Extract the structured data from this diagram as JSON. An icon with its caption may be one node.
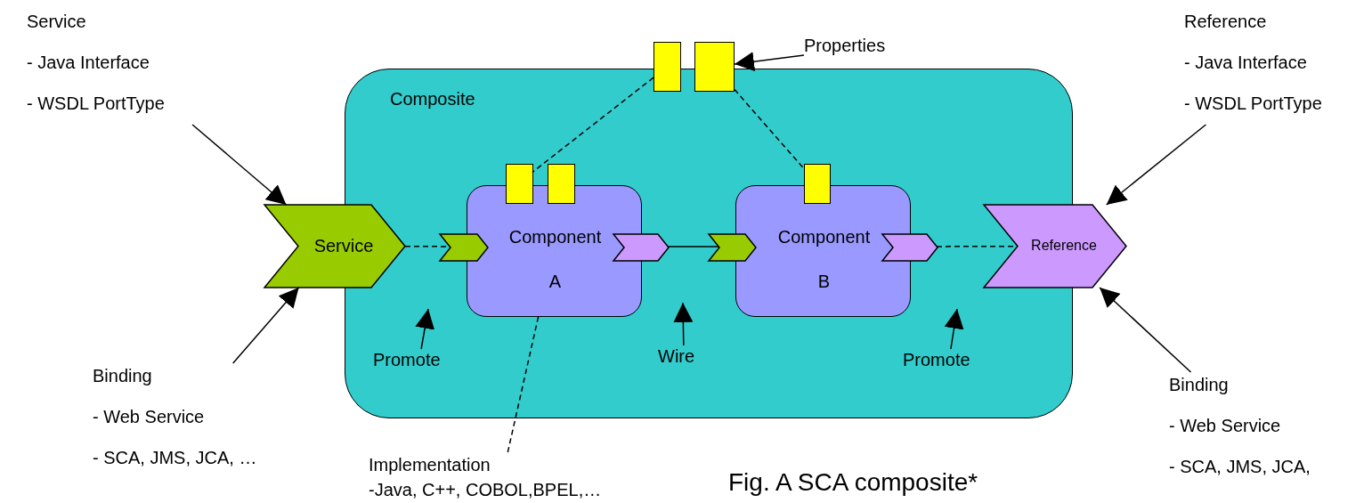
{
  "diagram": {
    "caption": "Fig. A SCA composite*",
    "nodes": [
      {
        "text": [
          "Composite"
        ]
      },
      {
        "text": [
          "Component A"
        ],
        "in": 0
      },
      {
        "text": [
          "Component B"
        ],
        "in": 0
      },
      {
        "text": [
          "Service"
        ]
      },
      {
        "text": [
          "Reference"
        ]
      },
      {
        "text": [],
        "shape": "chevron",
        "in": 0
      },
      {
        "text": [],
        "shape": "chevron",
        "in": 0
      },
      {
        "text": [],
        "shape": "chevron",
        "in": 0
      },
      {
        "text": [],
        "shape": "chevron",
        "in": 0
      },
      {
        "text": [],
        "shape": "box",
        "in": 0
      },
      {
        "text": [],
        "shape": "box",
        "in": 0
      },
      {
        "text": [],
        "shape": "box",
        "in": 0
      },
      {
        "text": [],
        "shape": "box"
      },
      {
        "text": [],
        "shape": "box"
      },
      {
        "text": [
          "Service",
          "- Java Interface",
          "- WSDL PortType"
        ]
      },
      {
        "text": [
          "Binding",
          "- Web Service",
          "- SCA, JMS, JCA, …"
        ]
      },
      {
        "text": [
          "Reference",
          "- Java Interface",
          "- WSDL PortType"
        ]
      },
      {
        "text": [
          "Binding",
          "- Web Service",
          "- SCA, JMS, JCA,"
        ]
      },
      {
        "text": [
          "Properties"
        ]
      },
      {
        "text": [
          "Promote"
        ],
        "in": 0
      },
      {
        "text": [
          "Wire"
        ],
        "in": 0
      },
      {
        "text": [
          "Promote"
        ],
        "in": 0
      },
      {
        "text": [
          "Implementation",
          "-Java, C++, COBOL,BPEL,…"
        ]
      }
    ],
    "edges": [
      {
        "from": 14,
        "to": 3,
        "arrow": "to"
      },
      {
        "from": 15,
        "to": 3,
        "arrow": "to"
      },
      {
        "from": 16,
        "to": 4,
        "arrow": "to"
      },
      {
        "from": 17,
        "to": 4,
        "arrow": "to"
      },
      {
        "from": 18,
        "to": 13,
        "arrow": "to"
      },
      {
        "from": 19,
        "to": null,
        "arrow": "to"
      },
      {
        "from": 20,
        "to": null,
        "arrow": "to"
      },
      {
        "from": 21,
        "to": null,
        "arrow": "to"
      },
      {
        "from": 22,
        "to": 1,
        "arrow": "none",
        "style": "dashed"
      },
      {
        "from": 3,
        "to": 5,
        "arrow": "none",
        "style": "dashed"
      },
      {
        "from": 6,
        "to": 7,
        "arrow": "none"
      },
      {
        "from": 8,
        "to": 4,
        "arrow": "none",
        "style": "dashed"
      },
      {
        "from": 12,
        "to": 9,
        "arrow": "none",
        "style": "dashed"
      },
      {
        "from": 13,
        "to": 11,
        "arrow": "none",
        "style": "dashed"
      }
    ]
  }
}
